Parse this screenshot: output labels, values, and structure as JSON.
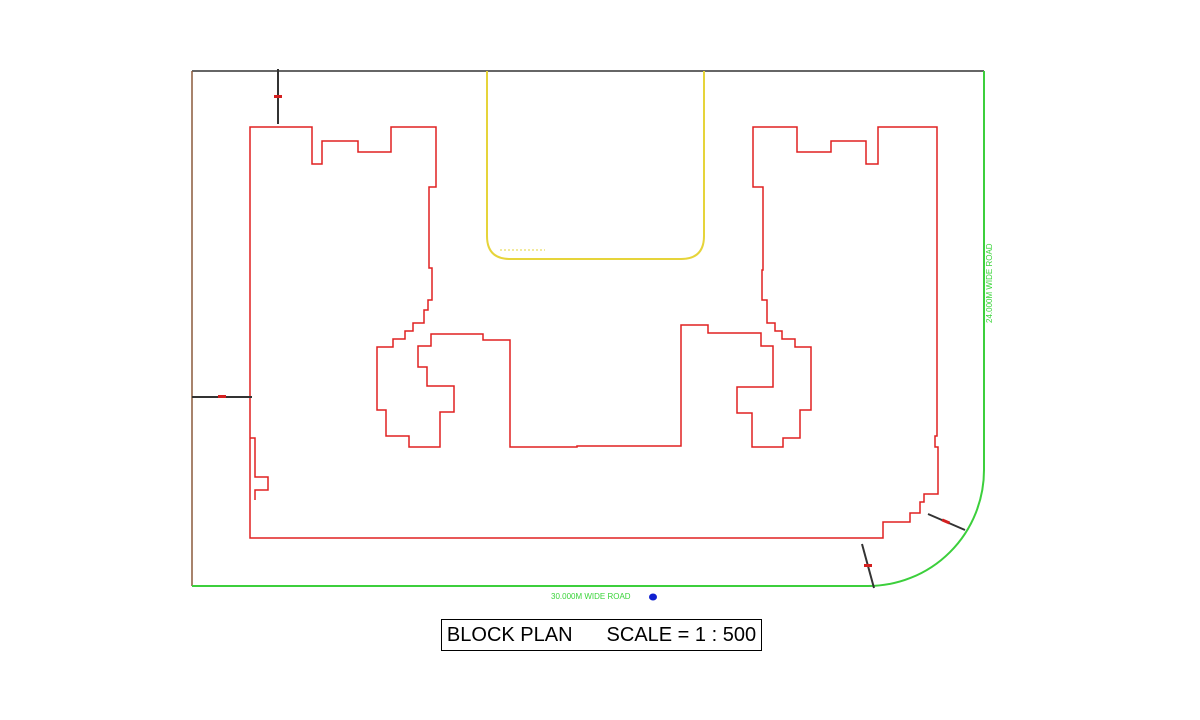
{
  "plan": {
    "title": "BLOCK PLAN",
    "scale_label": "SCALE = 1 : 500"
  },
  "roads": {
    "bottom_label": "30.000M WIDE ROAD",
    "right_label": "24.000M WIDE ROAD"
  },
  "colors": {
    "site_boundary": "#333333",
    "left_boundary": "#8b5a3c",
    "road_edge": "#3ccf3c",
    "building_outline": "#e02020",
    "pool_outline": "#e6d43a",
    "gate_marker": "#d42020",
    "north_point": "#1020d0"
  }
}
